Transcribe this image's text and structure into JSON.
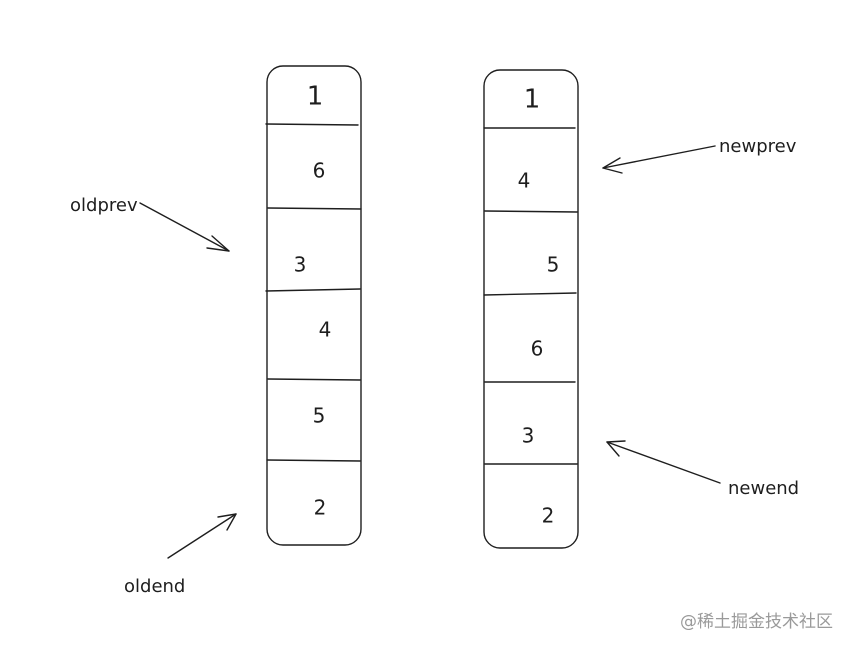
{
  "old_list": [
    "1",
    "6",
    "3",
    "4",
    "5",
    "2"
  ],
  "new_list": [
    "1",
    "4",
    "5",
    "6",
    "3",
    "2"
  ],
  "labels": {
    "oldprev": "oldprev",
    "oldend": "oldend",
    "newprev": "newprev",
    "newend": "newend"
  },
  "watermark": "@稀土掘金技术社区"
}
